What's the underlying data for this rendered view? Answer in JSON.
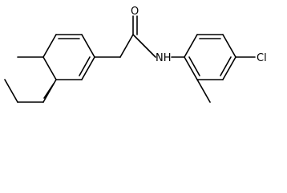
{
  "molecule": {
    "atoms": {
      "oxygen": "O",
      "amide_nitrogen": "NH",
      "chlorine": "Cl"
    }
  },
  "colors": {
    "bond": "#000000",
    "label": "#000000",
    "background": "#ffffff"
  }
}
